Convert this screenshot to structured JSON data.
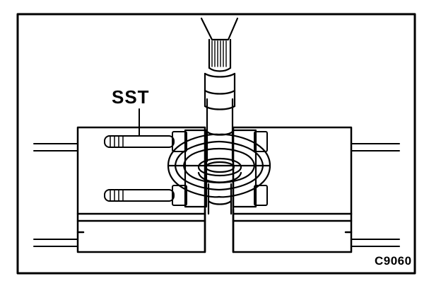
{
  "diagram": {
    "callout_label": "SST",
    "figure_code": "C9060",
    "components": [
      "vise-jaws",
      "bearing-splitter",
      "splitter-bolts",
      "shaft",
      "press-ram",
      "inner-bearing-race"
    ]
  },
  "colors": {
    "ink": "#000000",
    "paper": "#ffffff"
  }
}
